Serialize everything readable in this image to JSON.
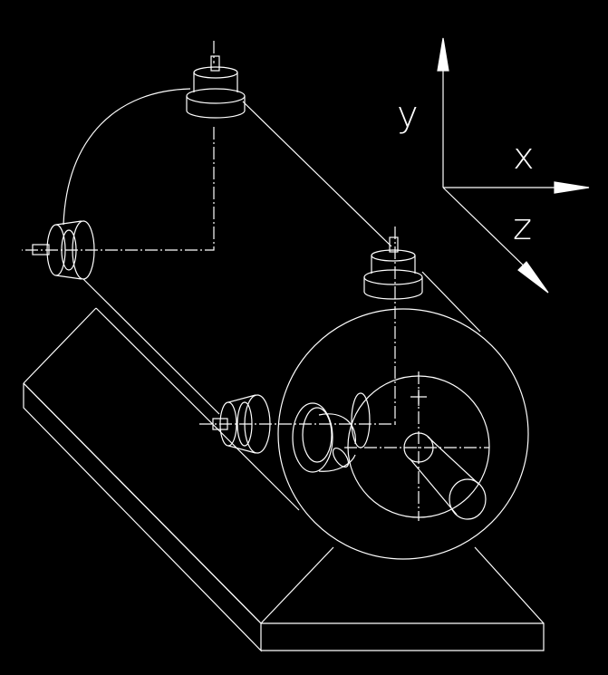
{
  "axes": {
    "y_label": "y",
    "x_label": "x",
    "z_label": "z"
  },
  "colors": {
    "background": "#000000",
    "line": "#ffffff"
  }
}
